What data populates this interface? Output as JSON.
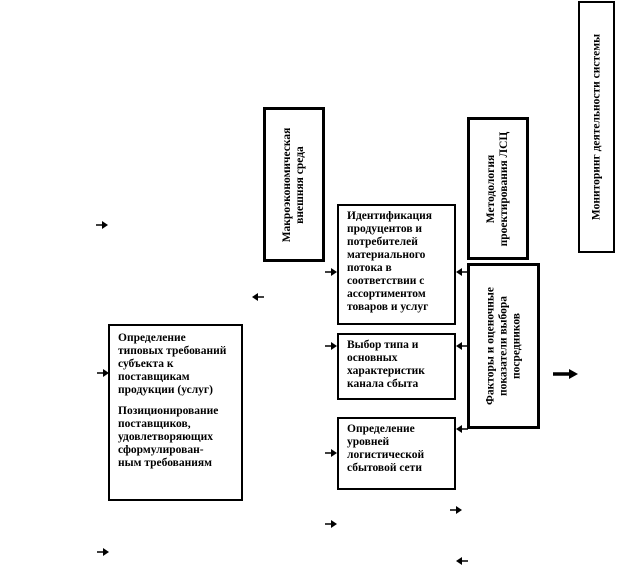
{
  "boxes": {
    "monitoring": "Мониторинг деятельности системы",
    "macro": "Макроэкономическая\nвнешняя среда",
    "methodology": "Методология\nпроектирования  ЛСЦ",
    "identification": "Идентификация\nпродуцентов  и\nпотребителей\nматериального\nпотока в\nсоответствии с\nассортиментом\nтоваров и услуг",
    "factors": "Факторы и оценочные\nпоказатели выбора\nпосредников",
    "requirements_1": "Определение\nтиповых требований\nсубъекта к\nпоставщикам\nпродукции (услуг)",
    "requirements_2": "Позиционирование\nпоставщиков,\nудовлетворяющих\nсформулирован-\nным требованиям",
    "channel": "Выбор  типа и\nосновных\nхарактеристик\nканала сбыта",
    "levels": "Определение\nуровней\nлогистической\nсбытовой сети"
  }
}
